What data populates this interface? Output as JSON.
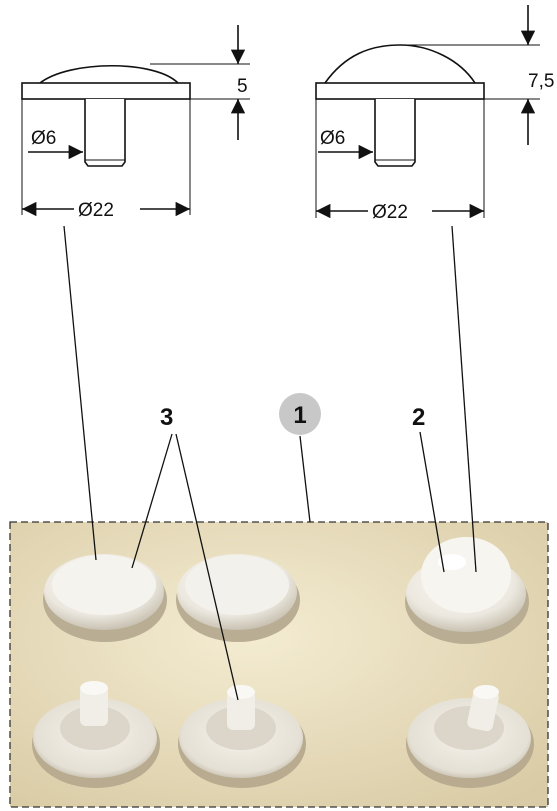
{
  "left_drawing": {
    "height_label": "5",
    "shaft_diameter_label": "Ø6",
    "head_diameter_label": "Ø22"
  },
  "right_drawing": {
    "height_label": "7,5",
    "shaft_diameter_label": "Ø6",
    "head_diameter_label": "Ø22"
  },
  "callouts": [
    {
      "label": "3"
    },
    {
      "label": "1"
    },
    {
      "label": "2"
    }
  ],
  "colors": {
    "line": "#111111",
    "badge": "#c8c8c8",
    "photo_bg": "#ede3c4",
    "part": "#f3f0ea",
    "part_shadow": "#cfc6b4"
  }
}
